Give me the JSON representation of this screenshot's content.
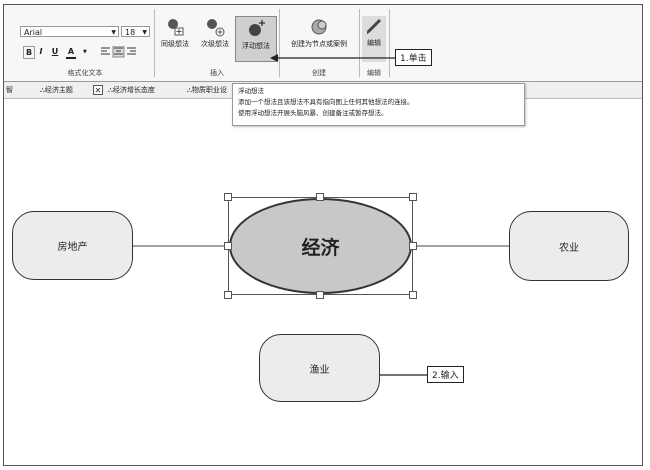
{
  "ribbon": {
    "font_name": "Arial",
    "font_size": "18",
    "format_buttons": [
      "B",
      "I",
      "U",
      "A"
    ],
    "group_format_label": "格式化文本",
    "group_insert_label": "插入",
    "group_create_label": "创建",
    "group_edit_label": "编辑",
    "btn_sibling": "同级想法",
    "btn_child": "次级想法",
    "btn_floating": "浮动想法",
    "btn_branch": "创建为节点或案例",
    "btn_edit": "编辑"
  },
  "callouts": {
    "step1": "1.单击",
    "step2": "2.输入"
  },
  "tabs": [
    "智",
    "经济主题",
    "经济增长态度",
    "物质职业设"
  ],
  "tooltip": {
    "title": "浮动想法",
    "line1": "添加一个想法且该想法不具有指向图上任何其他想法的连接。",
    "line2": "使用浮动想法开展头脑风暴、创建备注或暂存想法。"
  },
  "map": {
    "center": "经济",
    "left": "房地产",
    "right": "农业",
    "floating": "渔业"
  }
}
